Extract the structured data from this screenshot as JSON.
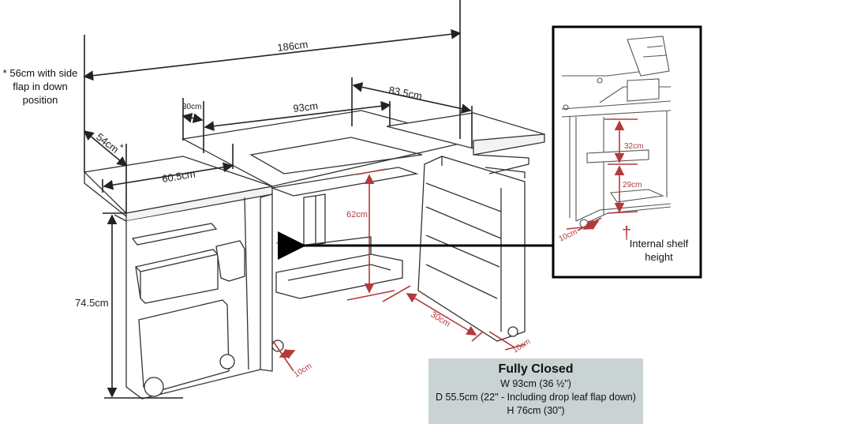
{
  "colors": {
    "line": "#222222",
    "dimension_red": "#b23a3a",
    "panel_bg": "#c9d3d3",
    "arrow": "#000000"
  },
  "dimensions": {
    "total_width": "186cm",
    "right_wing": "83.5cm",
    "center_top": "93cm",
    "left_gap": "30cm",
    "depth": "54cm",
    "depth_marker": "*",
    "left_wing": "60.5cm",
    "height": "74.5cm",
    "shelf_height": "62cm",
    "shelf_depth": "30cm",
    "caster_right": "10cm",
    "caster_left": "10cm"
  },
  "side_note": [
    "* 56cm with side",
    "flap in down",
    "position"
  ],
  "marker_symbol": "†",
  "inset": {
    "upper_shelf": "32cm",
    "lower_shelf": "29cm",
    "caster": "10cm",
    "caption": [
      "Internal shelf",
      "height"
    ]
  },
  "info_panel": {
    "title": "Fully Closed",
    "lines": [
      "W 93cm (36 ½\")",
      "D 55.5cm (22\" - Including drop leaf flap down)",
      "H 76cm (30\")"
    ]
  }
}
